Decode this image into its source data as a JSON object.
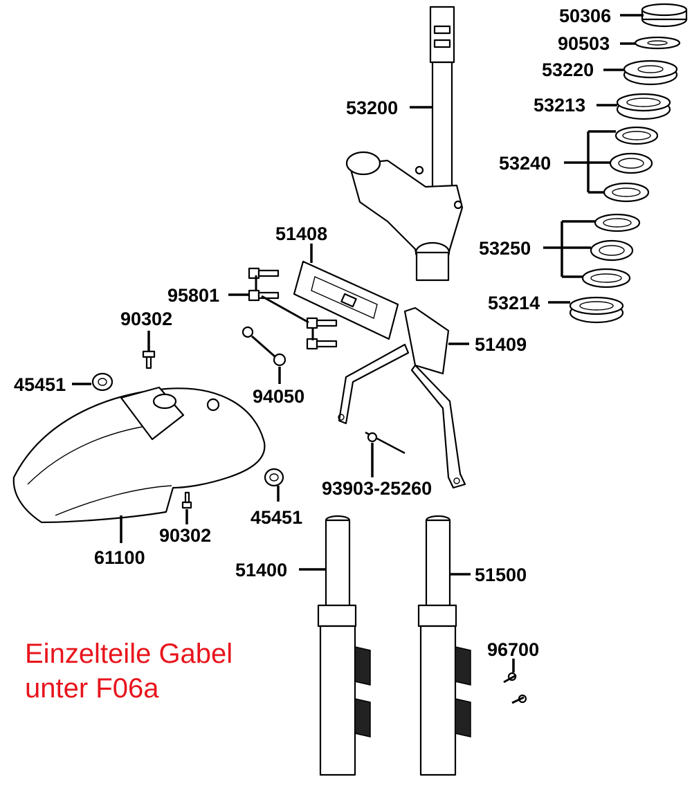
{
  "part_labels": {
    "p50306": "50306",
    "p90503": "90503",
    "p53220": "53220",
    "p53213": "53213",
    "p53200": "53200",
    "p53240": "53240",
    "p51408": "51408",
    "p53250": "53250",
    "p95801": "95801",
    "p53214": "53214",
    "p90302a": "90302",
    "p51409": "51409",
    "p45451a": "45451",
    "p94050": "94050",
    "p93903": "93903-25260",
    "p45451b": "45451",
    "p90302b": "90302",
    "p61100": "61100",
    "p51400": "51400",
    "p51500": "51500",
    "p96700": "96700"
  },
  "note": {
    "line1": "Einzelteile Gabel",
    "line2": "unter F06a",
    "color": "#e8141c"
  }
}
